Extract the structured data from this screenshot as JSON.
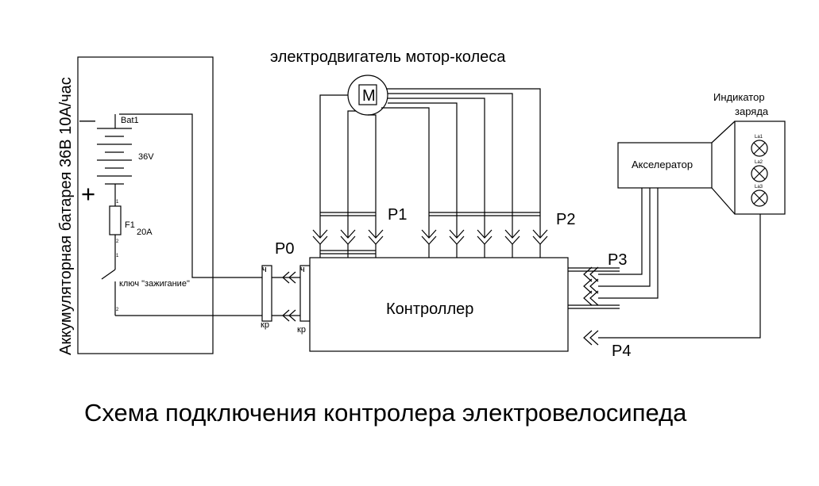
{
  "diagram": {
    "title": "Схема подключения контролера электровелосипеда",
    "battery": {
      "label": "Аккумуляторная батарея 36В 10А/час",
      "cell_name": "Bat1",
      "voltage": "36V",
      "minus_sign": "—",
      "plus_sign": "+",
      "fuse_name": "F1",
      "fuse_rating": "20A",
      "fuse_pin_top": "1",
      "fuse_pin_bottom": "2",
      "switch_pin_top": "1",
      "switch_pin_bottom": "2",
      "switch_label": "ключ \"зажигание\""
    },
    "motor": {
      "label": "электродвигатель мотор-колеса",
      "symbol": "M"
    },
    "controller": {
      "label": "Контроллер"
    },
    "connectors": {
      "p0": "P0",
      "p1": "P1",
      "p2": "P2",
      "p3": "P3",
      "p4": "P4",
      "wire_red_left": "ч",
      "wire_red_right": "ч",
      "wire_kr_left": "кр",
      "wire_kr_right": "кр"
    },
    "accelerator": {
      "label": "Акселератор"
    },
    "indicator": {
      "title_line1": "Индикатор",
      "title_line2": "заряда",
      "lamps": [
        "La1",
        "La2",
        "La3"
      ]
    }
  }
}
